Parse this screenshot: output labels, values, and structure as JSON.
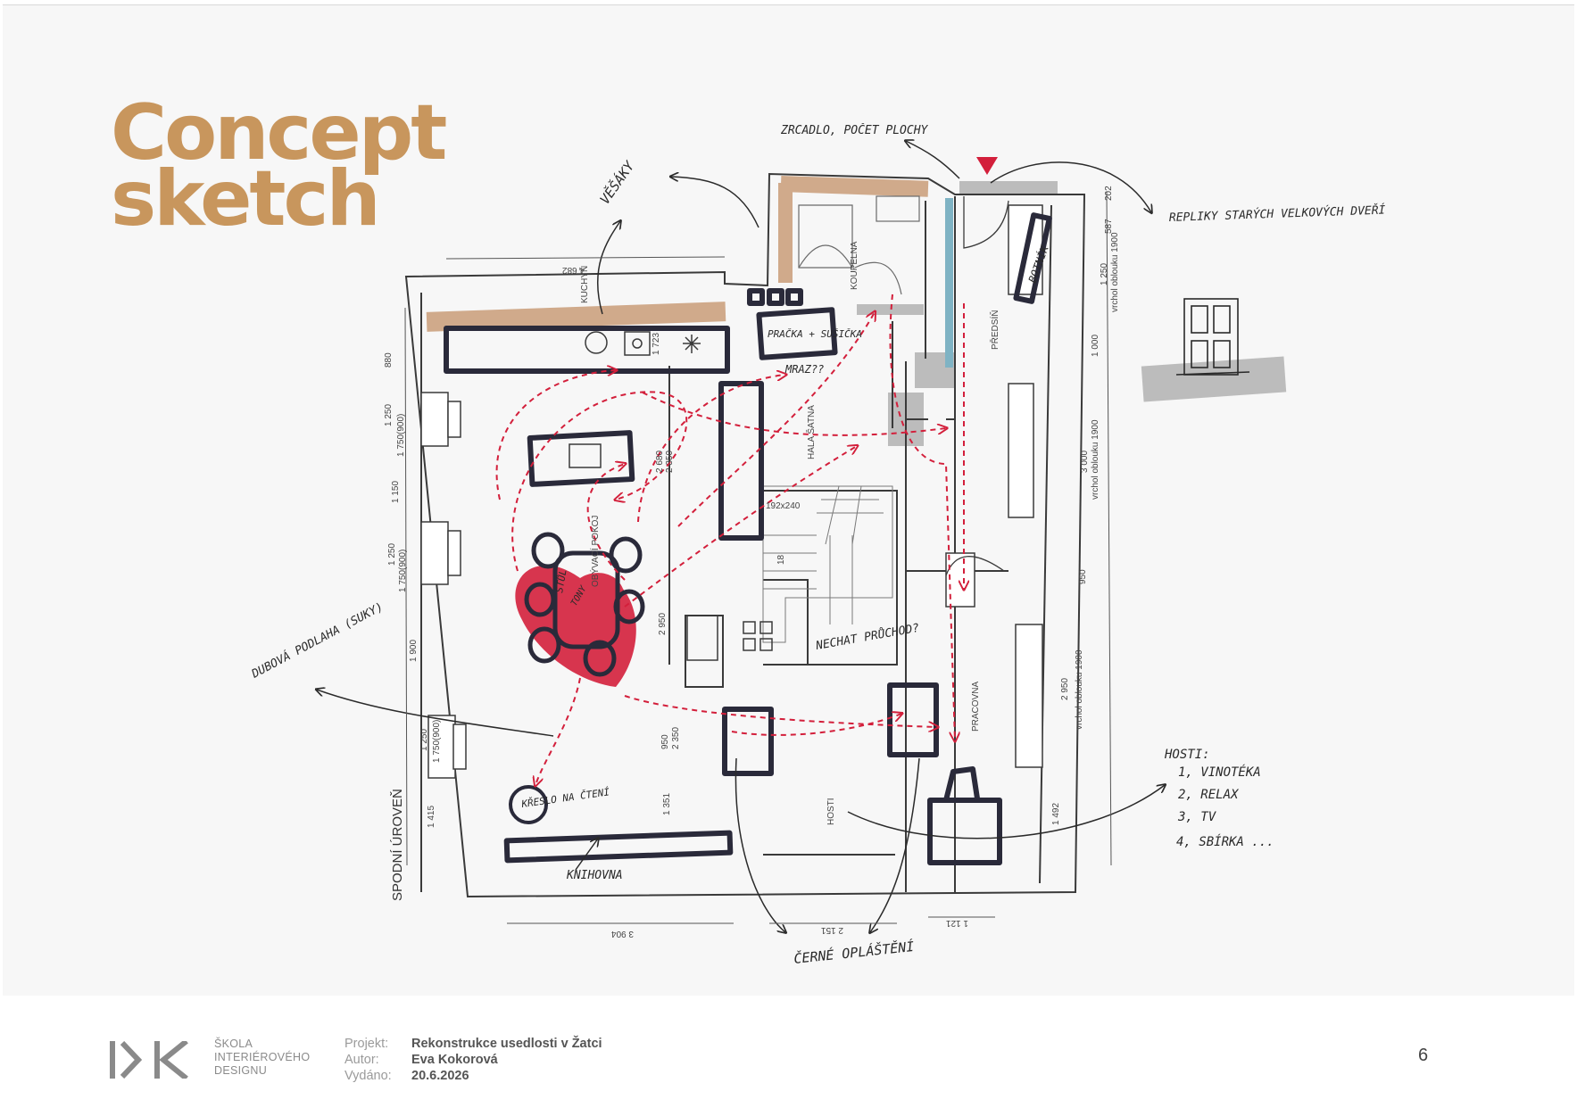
{
  "title": {
    "line1": "Concept",
    "line2": "sketch"
  },
  "sketch": {
    "annotations": {
      "vierka": "VĚŠÁKY",
      "zrcadlo": "ZRCADLO, POČET PLOCHY",
      "repliky": "REPLIKY STARÝCH VELKOVÝCH DVEŘÍ",
      "botnik": "BOTNÍK",
      "pracka": "PRAČKA + SUŠIČKA",
      "mrazak": "MRAZ??",
      "nechat_pruchod": "NECHAT PRŮCHOD?",
      "dubova_podlaha": "DUBOVÁ PODLAHA (SUKY)",
      "kreslo": "KŘESLO NA ČTENÍ",
      "knihovna": "KNIHOVNA",
      "stul": "STŮL",
      "tony": "TONY",
      "cerne_oplasteni": "ČERNÉ OPLÁŠTĚNÍ",
      "hosti_list": [
        "HOSTI:",
        "1, VINOTÉKA",
        "2, RELAX",
        "3, TV",
        "4, SBÍRKA ..."
      ]
    },
    "room_labels": {
      "koupelna": "KOUPELNA",
      "hala_satna": "HALA ŠATNA",
      "predsin": "PŘEDSÍŇ",
      "pracovna": "PRACOVNA",
      "hosti": "HOSTI",
      "obyvaci": "OBÝVACÍ POKOJ",
      "kuchyn": "KUCHYŇ",
      "level": "SPODNÍ ÚROVEŇ"
    },
    "dimensions": {
      "top": "4 682",
      "bottom_left": "3 904",
      "bottom_mid": "2 151",
      "bottom_right": "1 121",
      "left": [
        "880",
        "1 250",
        "1 750(900)",
        "1 150",
        "1 250",
        "1 750(900)",
        "1 900",
        "1 250",
        "1 750(900)",
        "1 415"
      ],
      "right": [
        "202",
        "587",
        "1 250",
        "vrchol oblouku 1900",
        "1 000",
        "3 000",
        "vrchol oblouku 1900",
        "950",
        "2 950",
        "vrchol oblouku 1900",
        "1 492"
      ],
      "inner": [
        "2 680",
        "2 350",
        "2 950",
        "950",
        "2 350",
        "1 351",
        "1 723",
        "192x240",
        "18"
      ]
    },
    "colors": {
      "accent": "#c8965d",
      "path_red": "#d31f3b",
      "marker": "#2a2a3a",
      "wood": "#c99c78",
      "glass": "#7fb3c4",
      "grey": "#a9a9a9"
    }
  },
  "footer": {
    "logo_text": "IDK",
    "school_lines": [
      "ŠKOLA",
      "INTERIÉROVÉHO",
      "DESIGNU"
    ],
    "labels": {
      "project": "Projekt:",
      "author": "Autor:",
      "issued": "Vydáno:"
    },
    "values": {
      "project": "Rekonstrukce usedlosti v Žatci",
      "author": "Eva Kokorová",
      "issued": "20.6.2026"
    },
    "page_number": "6"
  }
}
